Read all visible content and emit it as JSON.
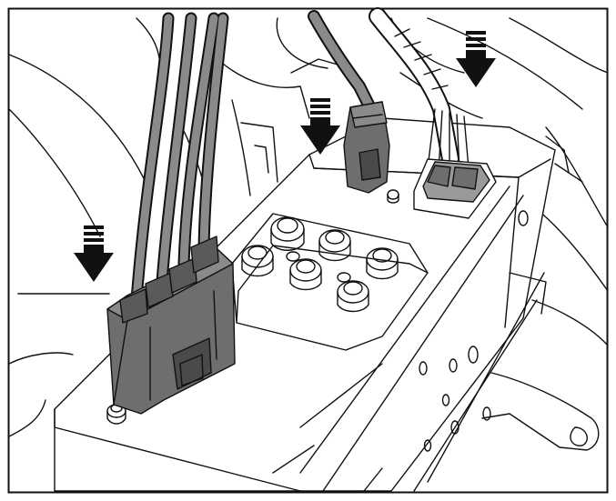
{
  "figure": {
    "kind": "service-manual line illustration",
    "frame": true,
    "colors": {
      "line": "#111111",
      "connector_fill": "#6e6e6e",
      "connector_dark": "#4a4a4a",
      "cable_fill": "#8a8a8a",
      "panel_fill": "#ffffff"
    },
    "callouts": [
      {
        "icon": "arrow-down-icon",
        "target": "connector-block-left"
      },
      {
        "icon": "arrow-down-icon",
        "target": "connector-center"
      },
      {
        "icon": "arrow-down-icon",
        "target": "connector-right"
      }
    ],
    "leader_lines": 1
  }
}
